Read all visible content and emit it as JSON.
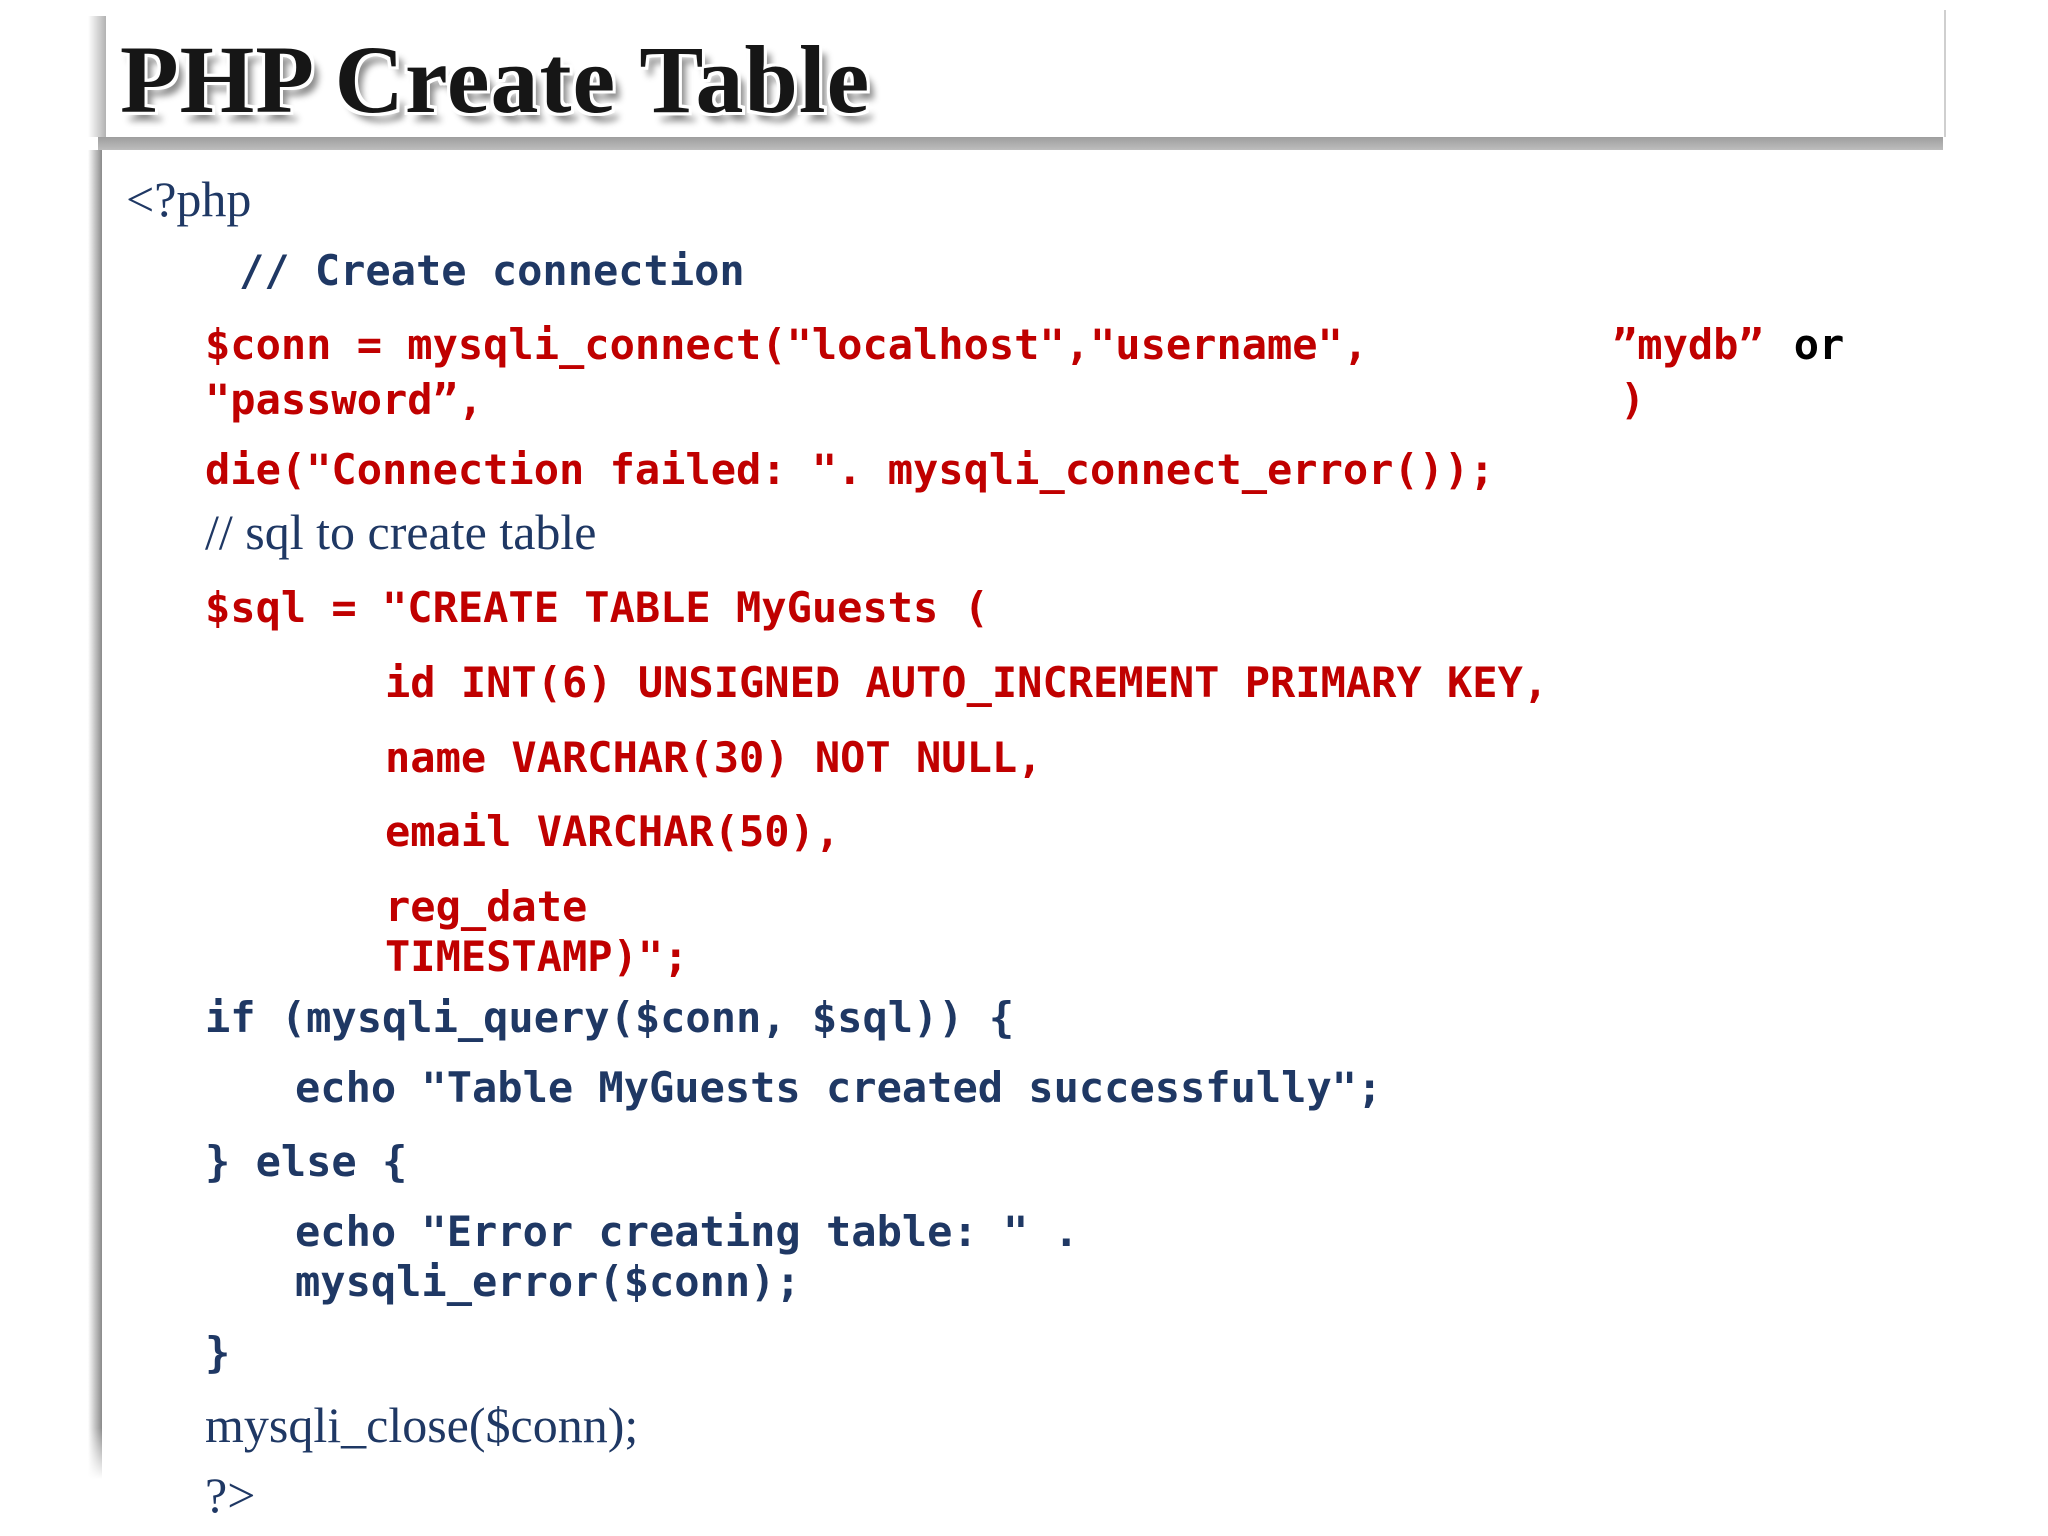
{
  "header": {
    "title": "PHP Create Table"
  },
  "colors": {
    "code_navy": "#1F3864",
    "code_red": "#C00000",
    "plain_black": "#000000",
    "shadow_gray": "#ABABAB",
    "title_black": "#161616"
  },
  "code": {
    "lines": [
      {
        "text": "<?php"
      },
      {
        "text": "// Create connection"
      },
      {
        "text": "$conn = mysqli_connect(\"localhost\",\"username\","
      },
      {
        "text": "\"password”,"
      },
      {
        "text": "die(\"Connection failed: \". mysqli_connect_error());"
      },
      {
        "text": "// sql to create table"
      },
      {
        "text": "$sql = \"CREATE TABLE MyGuests ("
      },
      {
        "text": "id INT(6) UNSIGNED AUTO_INCREMENT PRIMARY KEY,"
      },
      {
        "text": "name VARCHAR(30) NOT NULL,"
      },
      {
        "text": "email VARCHAR(50),"
      },
      {
        "text": "reg_date"
      },
      {
        "text": "TIMESTAMP)\";"
      },
      {
        "text": "if (mysqli_query($conn, $sql)) {"
      },
      {
        "text": "echo \"Table MyGuests created successfully\";"
      },
      {
        "text": "} else {"
      },
      {
        "text": "echo \"Error creating table: \" ."
      },
      {
        "text": "mysqli_error($conn);"
      },
      {
        "text": "}"
      },
      {
        "text": "mysqli_close($conn);"
      },
      {
        "text": "?>"
      }
    ],
    "inline_right": {
      "mydb": "”mydb”",
      "or": "or",
      "close_paren": ")"
    }
  }
}
